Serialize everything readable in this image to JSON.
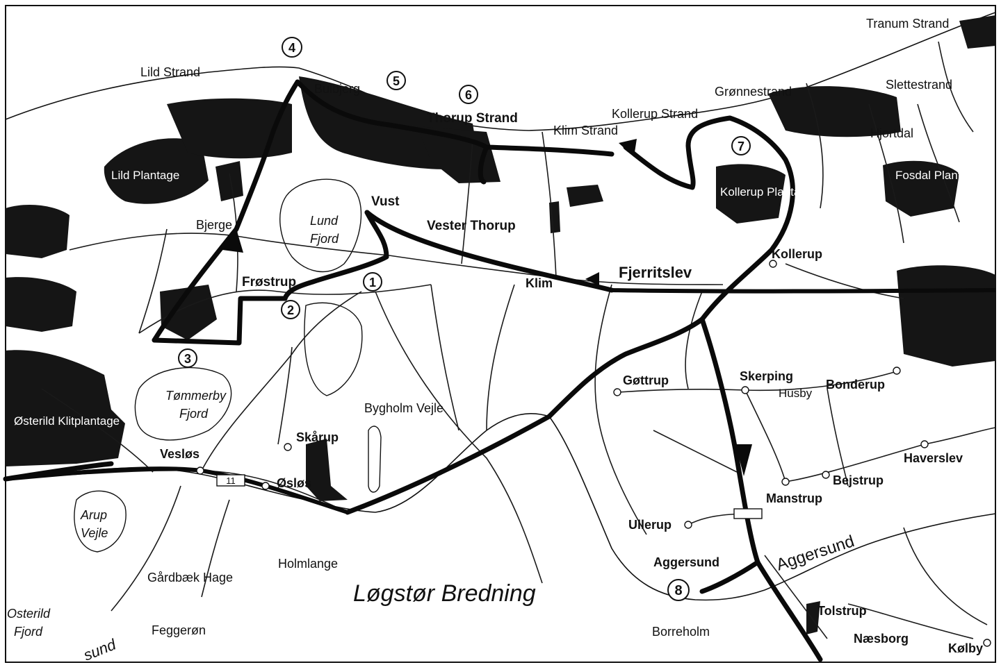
{
  "places": {
    "tranum_strand": "Tranum Strand",
    "slettestrand": "Slettestrand",
    "lild_strand": "Lild Strand",
    "bulbjerg": "Bulbjerg",
    "thorup_strand": "Thorup Strand",
    "klim_strand": "Klim Strand",
    "kollerup_strand": "Kollerup Strand",
    "gronnestrand": "Grønnestrand",
    "hjortdal": "Hjortdal",
    "fosdal_plantage": "Fosdal Plantage",
    "kollerup_plantage": "Kollerup Plantage",
    "lild_plantage": "Lild Plantage",
    "bjerge": "Bjerge",
    "vust": "Vust",
    "vester_thorup": "Vester Thorup",
    "kollerup": "Kollerup",
    "fjerritslev": "Fjerritslev",
    "frostrup": "Frøstrup",
    "klim": "Klim",
    "gottrup": "Gøttrup",
    "skerping": "Skerping",
    "husby": "Husby",
    "bonderup": "Bonderup",
    "bygholm_vejle": "Bygholm Vejle",
    "skarup": "Skårup",
    "vesloes": "Vesløs",
    "osloes": "Øsløs",
    "haverslev": "Haverslev",
    "bejstrup": "Bejstrup",
    "manstrup": "Manstrup",
    "ullerup": "Ullerup",
    "aggersund": "Aggersund",
    "aggersund_water": "Aggersund",
    "holmlange": "Holmlange",
    "gardbaek_hage": "Gårdbæk Hage",
    "feggeron": "Feggerøn",
    "borreholm": "Borreholm",
    "tolstrup": "Tolstrup",
    "naesborg": "Næsborg",
    "kolby": "Kølby",
    "ostrild_plantage": "Østerild Klitplantage",
    "vilsund": "sund"
  },
  "water": {
    "lund_fjord_1": "Lund",
    "lund_fjord_2": "Fjord",
    "tommerby_1": "Tømmerby",
    "tommerby_2": "Fjord",
    "arup_1": "Arup",
    "arup_2": "Vejle",
    "osterild_1": "Osterild",
    "osterild_2": "Fjord",
    "logstor": "Løgstør Bredning"
  },
  "roads": {
    "route_11": "11"
  },
  "waypoints": [
    "1",
    "2",
    "3",
    "4",
    "5",
    "6",
    "7",
    "8"
  ]
}
